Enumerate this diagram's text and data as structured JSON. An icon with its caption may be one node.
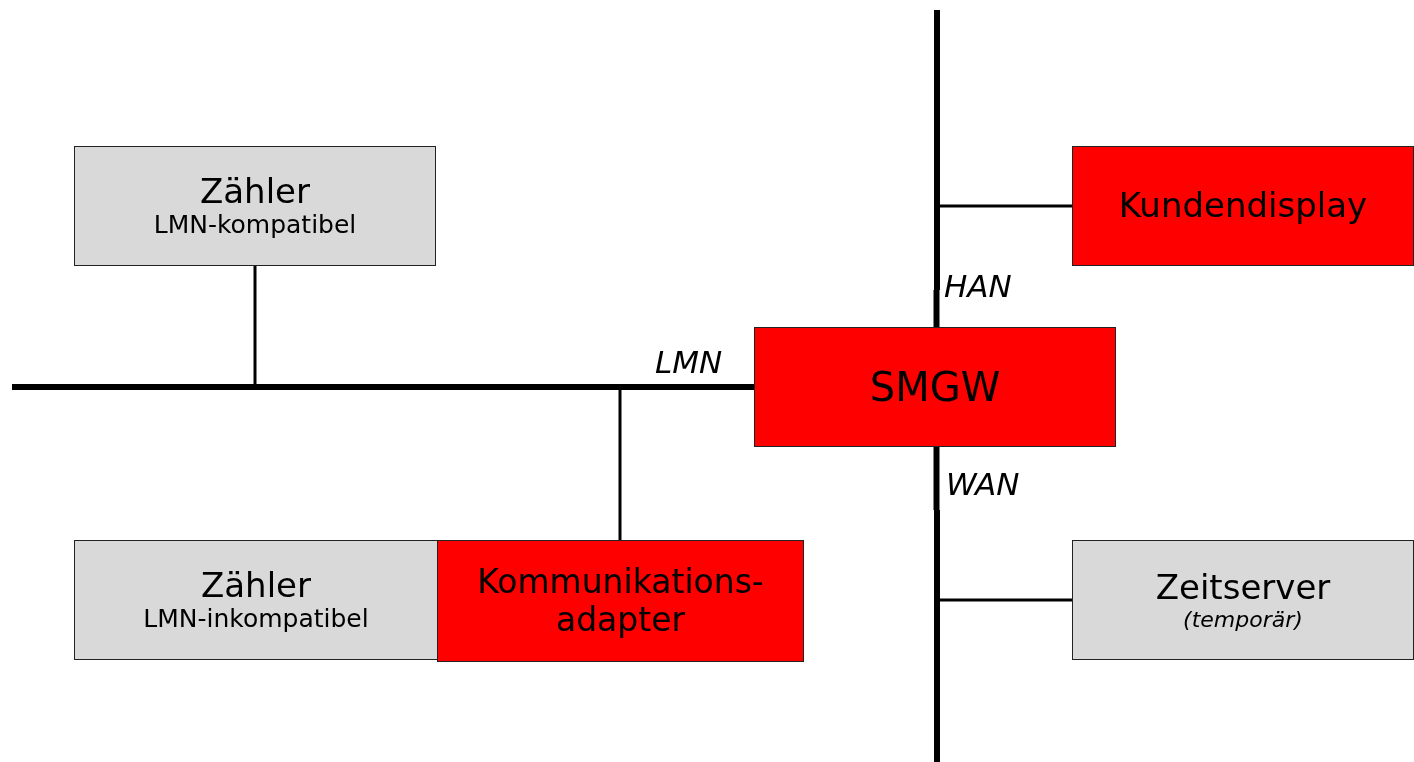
{
  "diagram": {
    "nodes": [
      {
        "text": [
          "Zähler",
          "LMN-kompatibel"
        ]
      },
      {
        "text": [
          "SMGW"
        ]
      },
      {
        "text": [
          "Kundendisplay"
        ]
      },
      {
        "text": [
          "Zeitserver",
          "(temporär)"
        ]
      },
      {
        "text": [
          "Zähler",
          "LMN-inkompatibel"
        ]
      },
      {
        "text": [
          "Kommunikations- adapter"
        ]
      },
      {
        "text": [],
        "shape": "bar",
        "beside": [
          "LMN"
        ]
      },
      {
        "text": [],
        "shape": "bar",
        "beside": [
          "HAN"
        ]
      },
      {
        "text": [],
        "shape": "bar",
        "beside": [
          "WAN"
        ]
      }
    ],
    "edges": [
      {
        "from": 0,
        "to": 6,
        "arrow": "none"
      },
      {
        "from": 5,
        "to": 6,
        "arrow": "none"
      },
      {
        "from": 6,
        "to": 1,
        "arrow": "none",
        "style": "thick"
      },
      {
        "from": 7,
        "to": 1,
        "arrow": "none",
        "style": "thick"
      },
      {
        "from": 2,
        "to": 7,
        "arrow": "none"
      },
      {
        "from": 1,
        "to": 8,
        "arrow": "none",
        "style": "thick"
      },
      {
        "from": 3,
        "to": 8,
        "arrow": "none"
      }
    ]
  }
}
